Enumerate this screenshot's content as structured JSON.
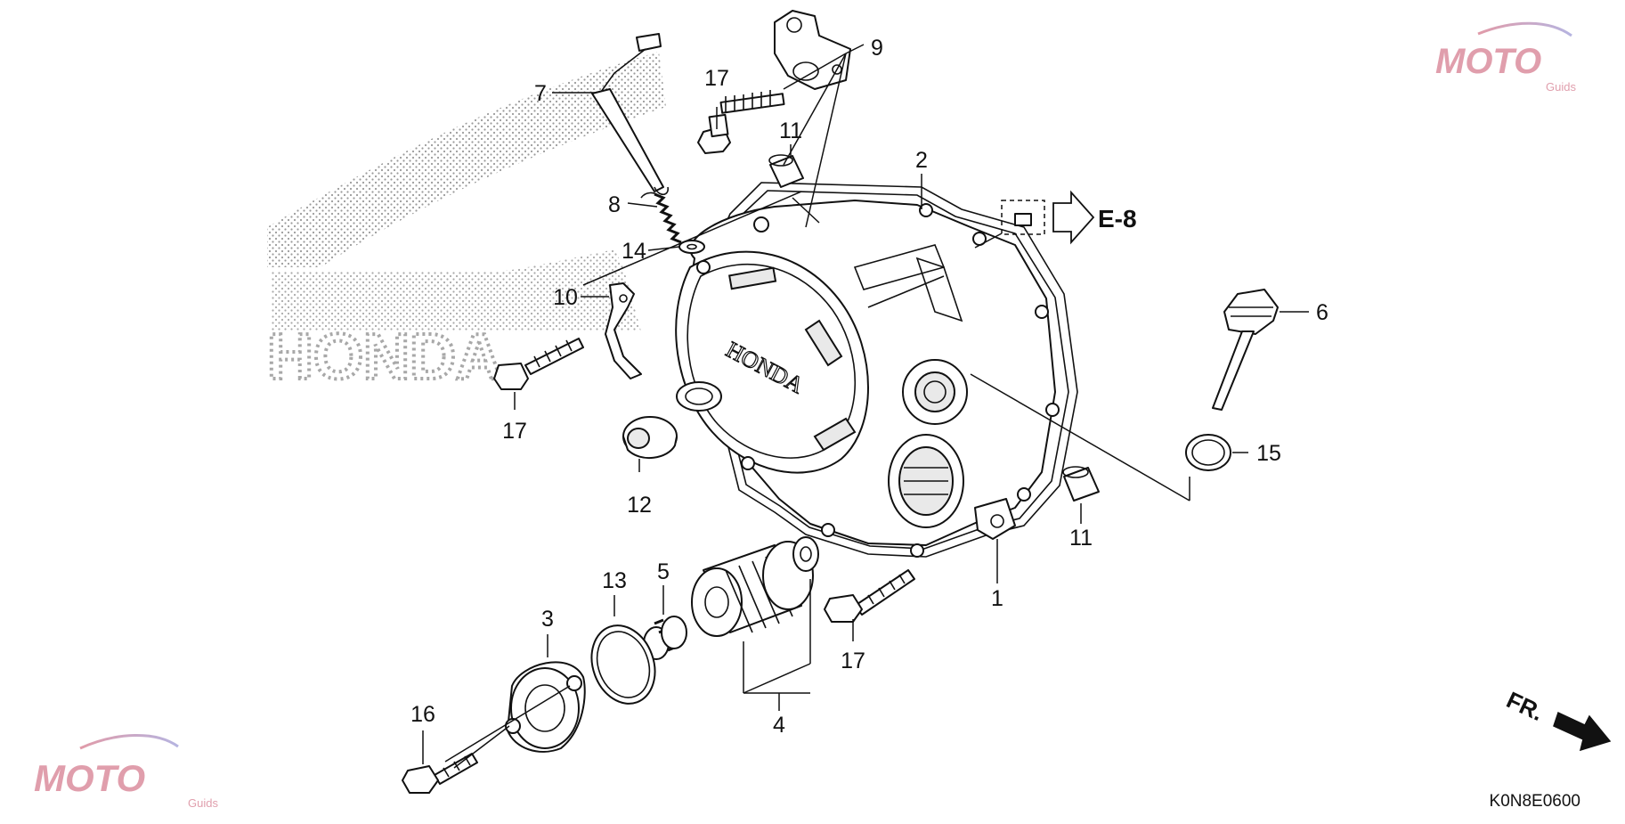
{
  "diagram": {
    "reference_code": "K0N8E0600",
    "cross_reference": "E-8",
    "direction_marker": "FR.",
    "cover_lettering": "HONDA",
    "watermark": {
      "text": "MOTO",
      "subtext": "Guids"
    },
    "callouts": {
      "c1": "1",
      "c2": "2",
      "c3": "3",
      "c4": "4",
      "c5": "5",
      "c6": "6",
      "c7": "7",
      "c8": "8",
      "c9": "9",
      "c10": "10",
      "c11a": "11",
      "c11b": "11",
      "c12": "12",
      "c13": "13",
      "c14": "14",
      "c15": "15",
      "c16": "16",
      "c17a": "17",
      "c17b": "17",
      "c17c": "17"
    }
  }
}
